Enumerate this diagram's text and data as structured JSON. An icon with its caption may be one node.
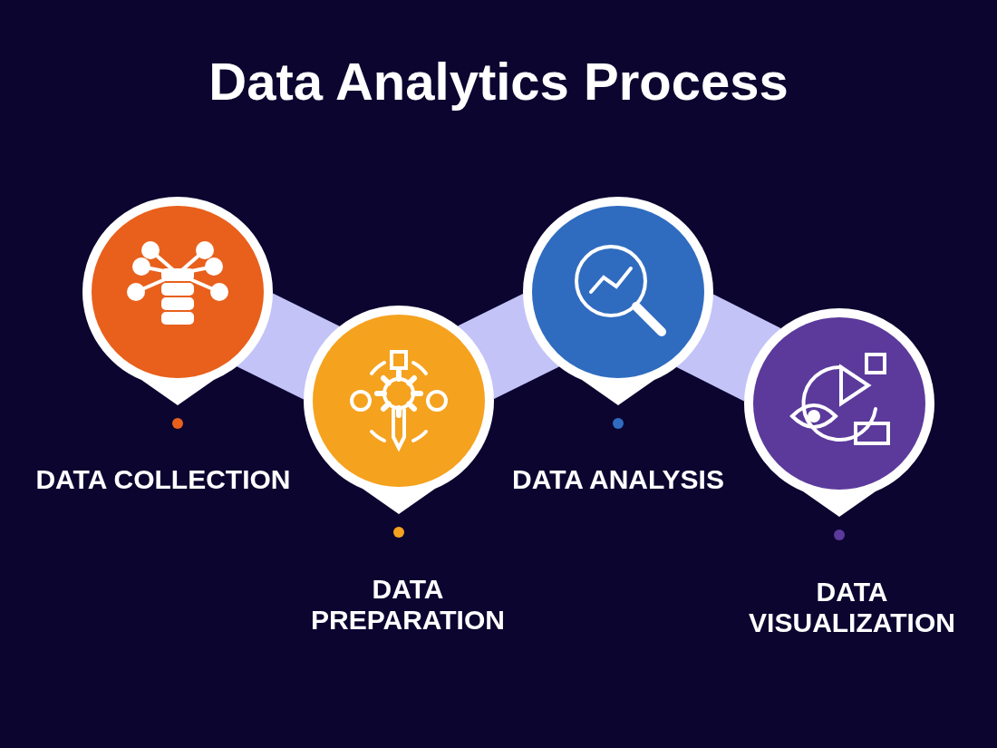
{
  "diagram": {
    "title": "Data Analytics Process",
    "nodes": [
      {
        "text": [
          "DATA COLLECTION"
        ]
      },
      {
        "text": [
          "DATA PREPARATION"
        ]
      },
      {
        "text": [
          "DATA ANALYSIS"
        ]
      },
      {
        "text": [
          "DATA VISUALIZATION"
        ]
      }
    ],
    "edges": [
      {
        "from": 0,
        "to": 1,
        "arrow": "none"
      },
      {
        "from": 1,
        "to": 2,
        "arrow": "none"
      },
      {
        "from": 2,
        "to": 3,
        "arrow": "none"
      }
    ]
  }
}
